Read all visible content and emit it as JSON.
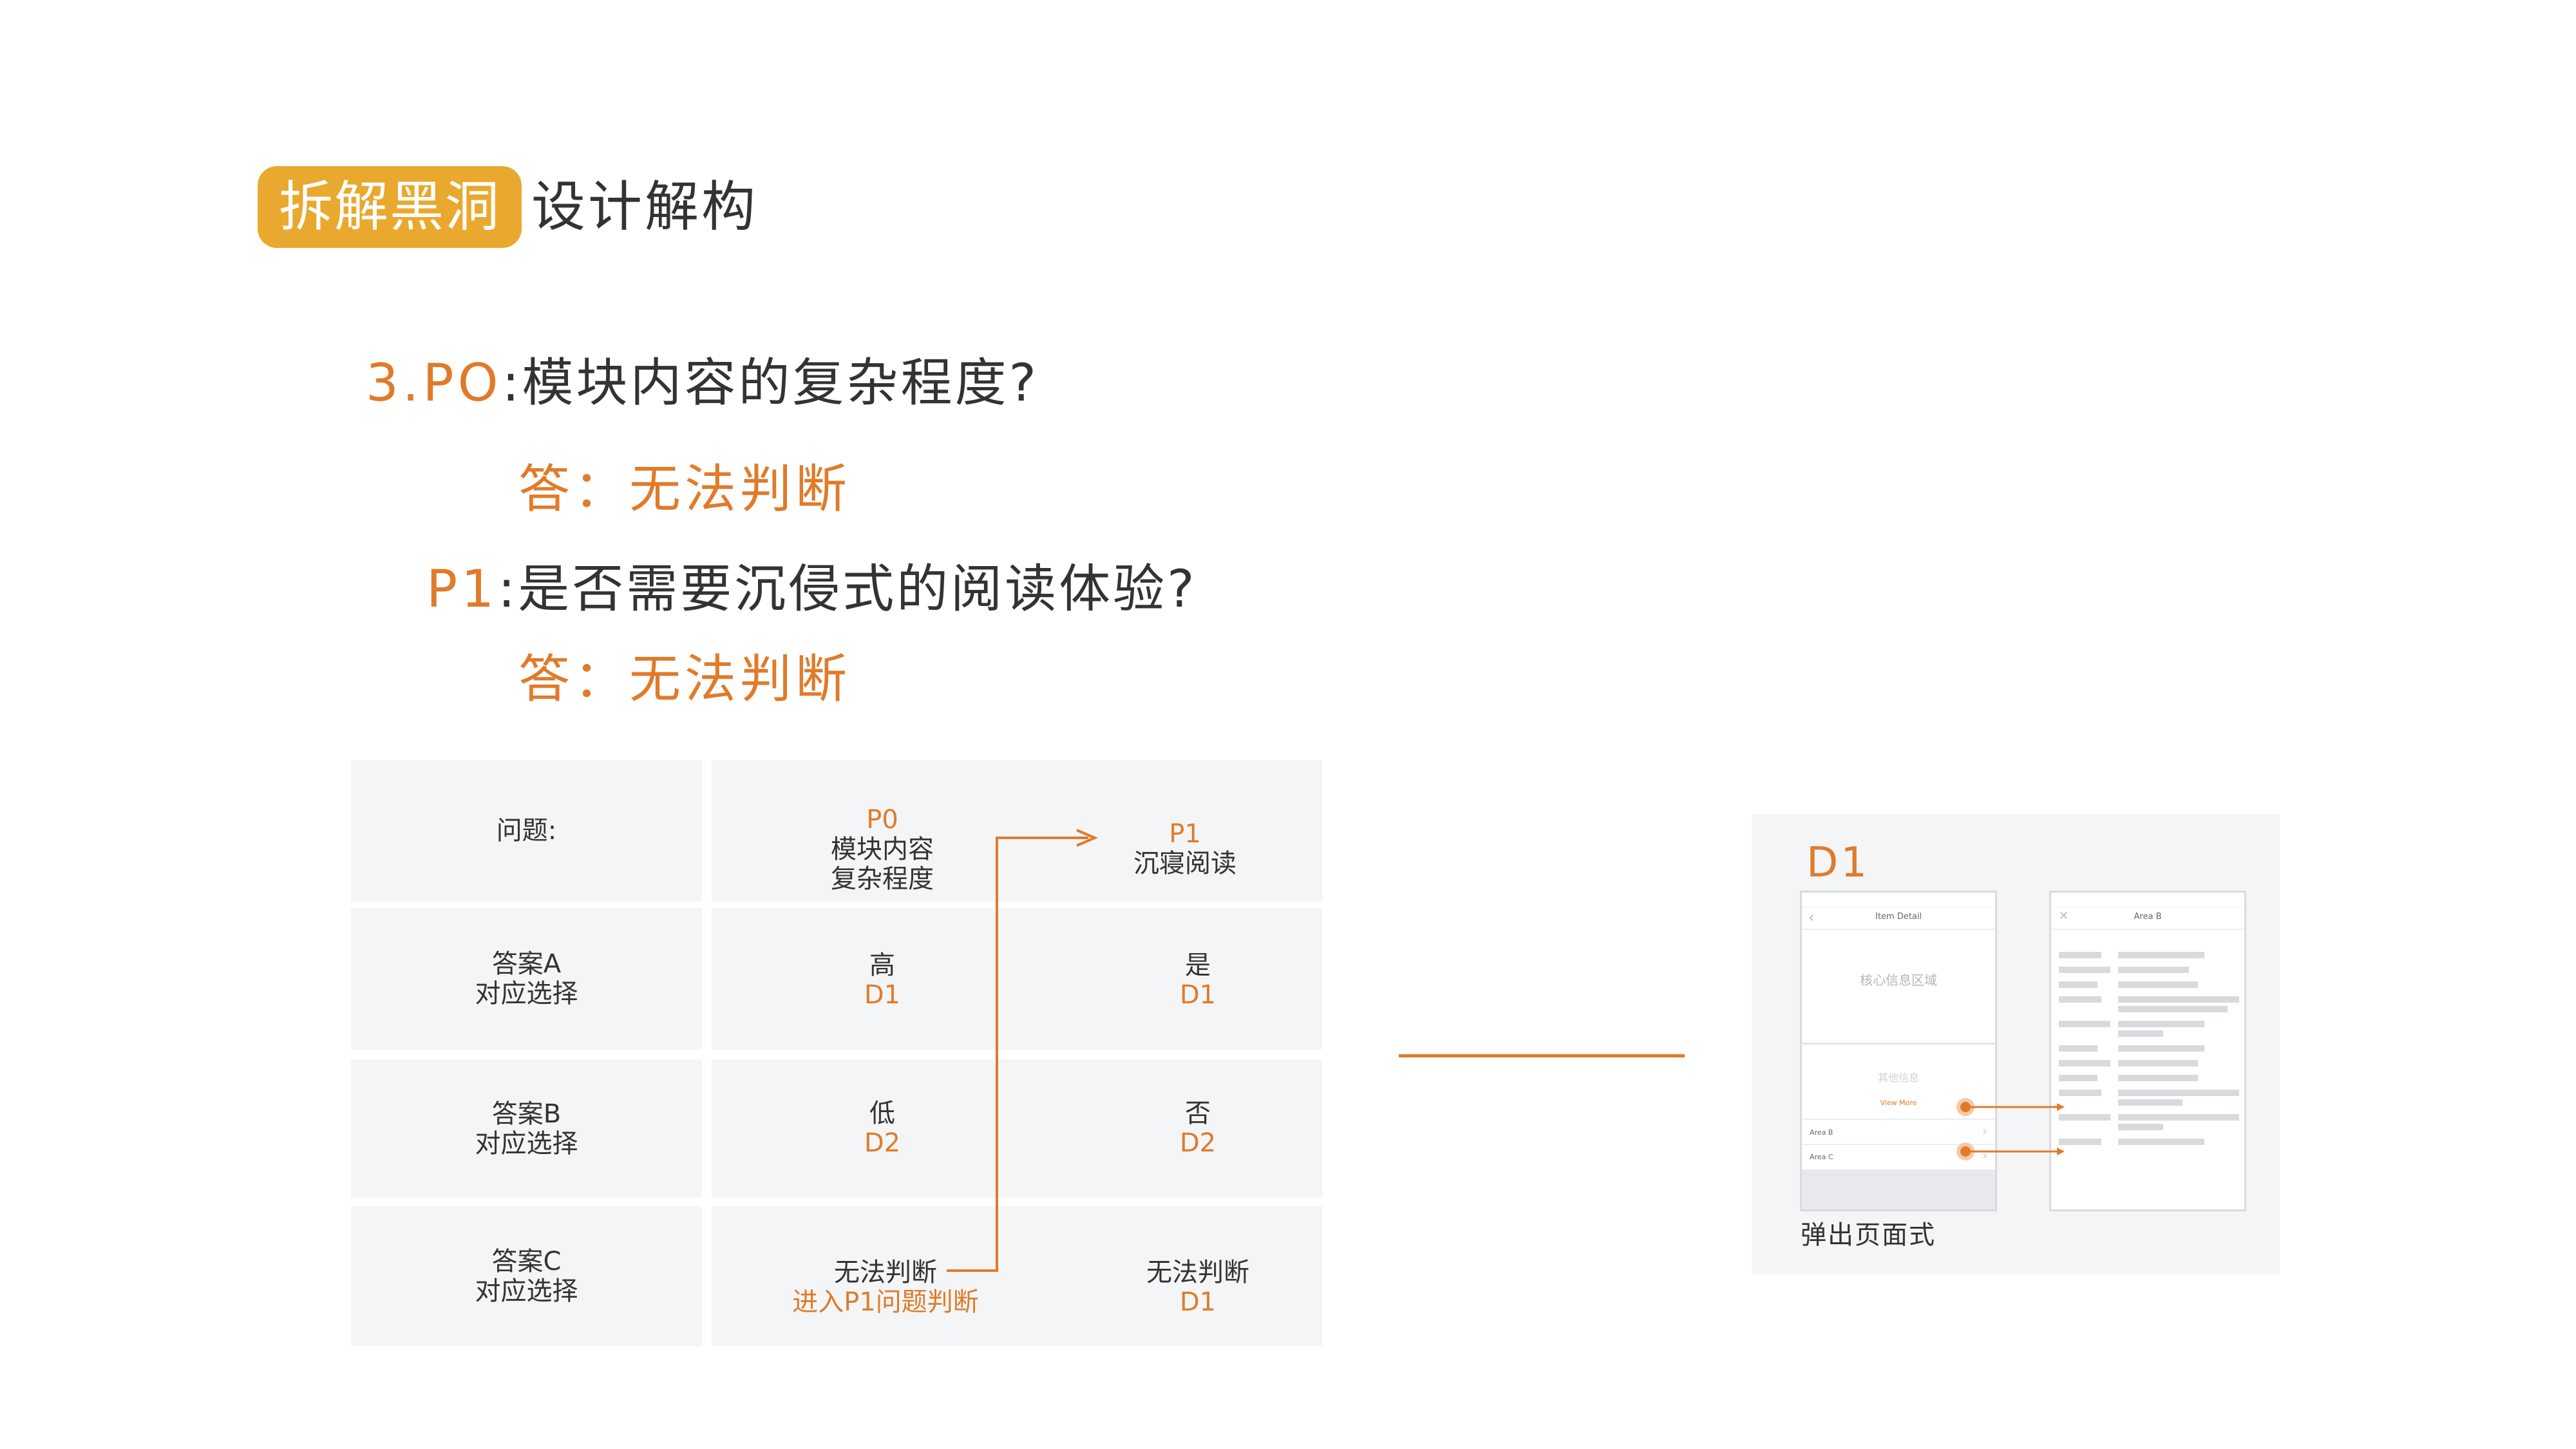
{
  "header": {
    "tag": "拆解黑洞",
    "title": "设计解构"
  },
  "questions": [
    {
      "code": "3.PO",
      "text": ":模块内容的复杂程度?",
      "answer": "答：无法判断"
    },
    {
      "code": "P1",
      "text": ":是否需要沉侵式的阅读体验?",
      "answer": "答：无法判断"
    }
  ],
  "table": {
    "header": {
      "label": "问题:",
      "p0_code": "P0",
      "p0_line1": "模块内容",
      "p0_line2": "复杂程度",
      "p1_code": "P1",
      "p1_text": "沉寝阅读"
    },
    "rows": [
      {
        "label_line1": "答案A",
        "label_line2": "对应选择",
        "p0_value": "高",
        "p0_result": "D1",
        "p1_value": "是",
        "p1_result": "D1"
      },
      {
        "label_line1": "答案B",
        "label_line2": "对应选择",
        "p0_value": "低",
        "p0_result": "D2",
        "p1_value": "否",
        "p1_result": "D2"
      },
      {
        "label_line1": "答案C",
        "label_line2": "对应选择",
        "p0_value": "无法判断",
        "p0_result": "进入P1问题判断",
        "p1_value": "无法判断",
        "p1_result": "D1"
      }
    ]
  },
  "preview": {
    "label": "D1",
    "caption": "弹出页面式",
    "left_screen": {
      "nav_title": "Item Detail",
      "core_area": "核心信息区域",
      "secondary": "其他信息",
      "view_more": "View More",
      "rows": [
        "Area B",
        "Area C"
      ]
    },
    "right_screen": {
      "nav_title": "Area B"
    }
  },
  "colors": {
    "accent": "#E07B2A",
    "tag": "#E9A92E",
    "cell_bg": "#F4F5F7"
  }
}
